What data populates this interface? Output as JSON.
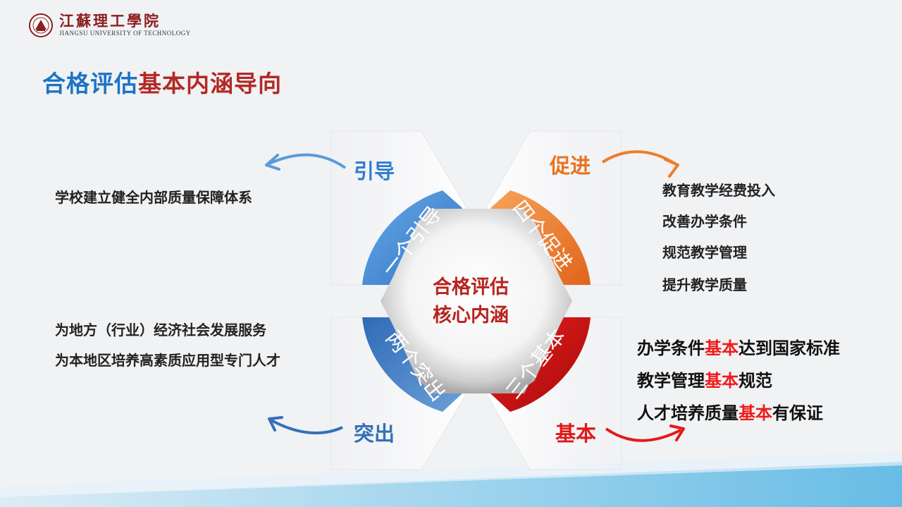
{
  "logo": {
    "name_cn": "江蘇理工學院",
    "name_en": "JIANGSU UNIVERSITY OF TECHNOLOGY"
  },
  "title": {
    "part1": "合格评估",
    "part2": "基本内涵导向"
  },
  "center": {
    "line1": "合格评估",
    "line2": "核心内涵"
  },
  "segments": [
    {
      "text": "一个引导",
      "color": "#3f86d2"
    },
    {
      "text": "四个促进",
      "color": "#ee7d2a"
    },
    {
      "text": "两个突出",
      "color": "#3470b9"
    },
    {
      "text": "三个基本",
      "color": "#cf1414"
    }
  ],
  "labels": {
    "guide": "引导",
    "promote": "促进",
    "highlight": "突出",
    "basic": "基本"
  },
  "guide_items": [
    "学校建立健全内部质量保障体系"
  ],
  "promote_items": [
    "教育教学经费投入",
    "改善办学条件",
    "规范教学管理",
    "提升教学质量"
  ],
  "highlight_items": [
    "为地方（行业）经济社会发展服务",
    "为本地区培养高素质应用型专门人才"
  ],
  "basic_items": [
    {
      "pre": "办学条件",
      "mid": "基本",
      "post": "达到国家标准"
    },
    {
      "pre": "教学管理",
      "mid": "基本",
      "post": "规范"
    },
    {
      "pre": "人才培养质量",
      "mid": "基本",
      "post": "有保证"
    }
  ],
  "colors": {
    "blue": "#1b74c4",
    "dark_red": "#b22a25",
    "orange": "#ee7d2a",
    "red": "#ee1b1b"
  }
}
